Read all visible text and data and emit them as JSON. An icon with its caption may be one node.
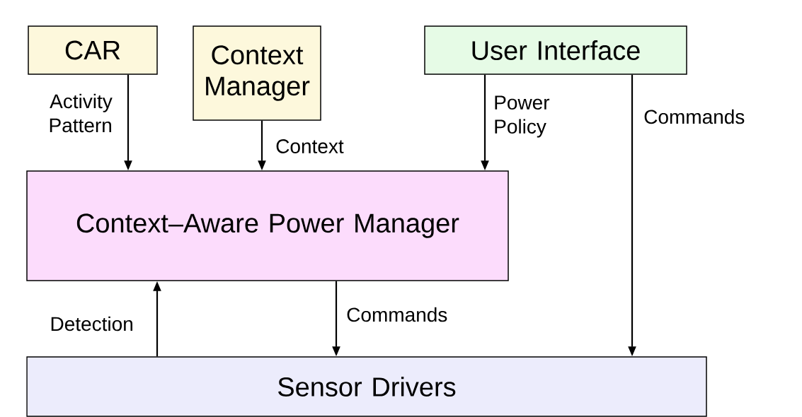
{
  "diagram": {
    "nodes": [
      {
        "text": [
          "CAR"
        ]
      },
      {
        "text": [
          "Context Manager"
        ]
      },
      {
        "text": [
          "User Interface"
        ]
      },
      {
        "text": [
          "Context–Aware Power Manager"
        ]
      },
      {
        "text": [
          "Sensor Drivers"
        ]
      }
    ],
    "edges": [
      {
        "from": 0,
        "to": 3,
        "arrow": "to",
        "label": "Activity Pattern"
      },
      {
        "from": 1,
        "to": 3,
        "arrow": "to",
        "label": "Context"
      },
      {
        "from": 2,
        "to": 3,
        "arrow": "to",
        "label": "Power Policy"
      },
      {
        "from": 2,
        "to": 4,
        "arrow": "to",
        "label": "Commands"
      },
      {
        "from": 3,
        "to": 4,
        "arrow": "to",
        "label": "Commands"
      },
      {
        "from": 4,
        "to": 3,
        "arrow": "to",
        "label": "Detection"
      }
    ]
  }
}
